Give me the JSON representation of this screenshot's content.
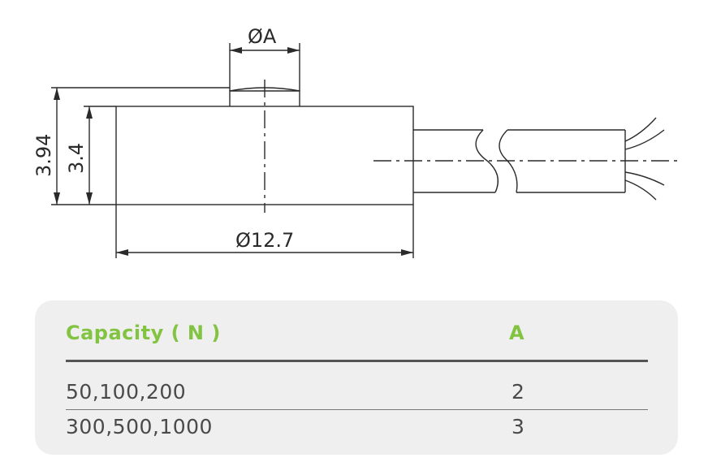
{
  "drawing": {
    "dim_top": "ØA",
    "dim_bottom": "Ø12.7",
    "dim_height_outer": "3.94",
    "dim_height_inner": "3.4"
  },
  "table": {
    "headers": [
      "Capacity ( N )",
      "A"
    ],
    "rows": [
      [
        "50,100,200",
        "2"
      ],
      [
        "300,500,1000",
        "3"
      ]
    ]
  },
  "colors": {
    "header": "#82c341",
    "panel": "#efefef",
    "line": "#2a2a2a"
  }
}
